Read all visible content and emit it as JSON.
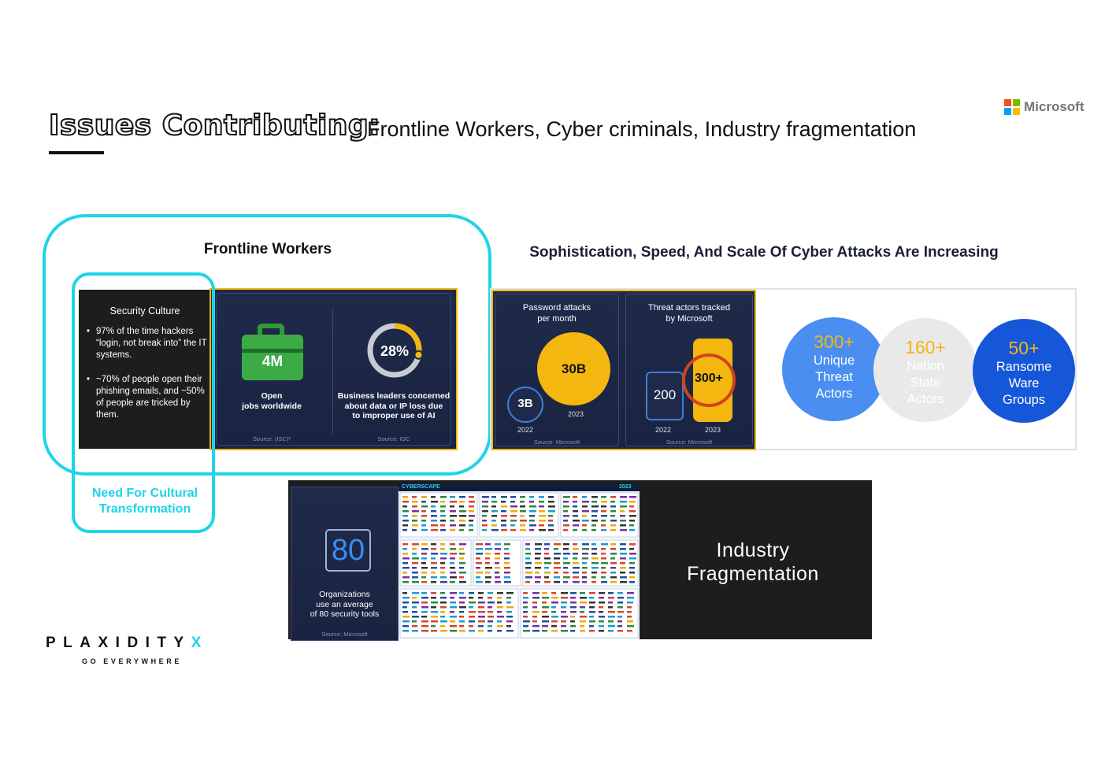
{
  "header": {
    "title_bold": "Issues Contributing:",
    "title_rest": "Frontline Workers, Cyber criminals, Industry fragmentation",
    "logo_text": "Microsoft",
    "logo_colors": [
      "#f25022",
      "#7fba00",
      "#00a4ef",
      "#ffb900"
    ]
  },
  "frontline": {
    "title": "Frontline Workers",
    "security_culture": {
      "title": "Security Culture",
      "bullets": [
        "97% of the time hackers “login, not  break into” the IT systems.",
        "~70% of people open their phishing emails, and ~50% of  people are tricked by them."
      ]
    },
    "cultural_transformation": "Need For Cultural Transformation",
    "jobs": {
      "value": "4M",
      "label_line1": "Open",
      "label_line2": "jobs worldwide",
      "source": "Source: (ISC)²"
    },
    "leaders": {
      "value": "28%",
      "percent": 28,
      "label_line1": "Business leaders concerned",
      "label_line2": "about data or IP loss due",
      "label_line3": "to improper use of AI",
      "source": "Source: IDC"
    }
  },
  "attacks": {
    "title": "Sophistication, Speed, And Scale Of Cyber Attacks Are Increasing",
    "password": {
      "title_line1": "Password attacks",
      "title_line2": "per month",
      "v2022": "3B",
      "v2023": "30B",
      "y2022": "2022",
      "y2023": "2023",
      "source": "Source: Microsoft"
    },
    "threat": {
      "title_line1": "Threat actors tracked",
      "title_line2": "by Microsoft",
      "v2022": "200",
      "v2023": "300+",
      "y2022": "2022",
      "y2023": "2023",
      "source": "Source: Microsoft"
    },
    "bubbles": [
      {
        "value": "300+",
        "l1": "Unique",
        "l2": "Threat",
        "l3": "Actors",
        "color": "#4a8ef1"
      },
      {
        "value": "160+",
        "l1": "Nation",
        "l2": "State",
        "l3": "Actors",
        "color": "#e9e9e9"
      },
      {
        "value": "50+",
        "l1": "Ransome",
        "l2": "Ware",
        "l3": "Groups",
        "color": "#1557d8"
      }
    ]
  },
  "fragmentation": {
    "value": "80",
    "l1": "Organizations",
    "l2": "use an average",
    "l3": "of 80 security tools",
    "source": "Source: Microsoft",
    "cyberscape_title": "CYBERSCAPE",
    "cyberscape_year": "2023",
    "text_line1": "Industry",
    "text_line2": "Fragmentation"
  },
  "brand": {
    "name": "PLAXIDITY",
    "x": "X",
    "tagline": "GO EVERYWHERE"
  }
}
